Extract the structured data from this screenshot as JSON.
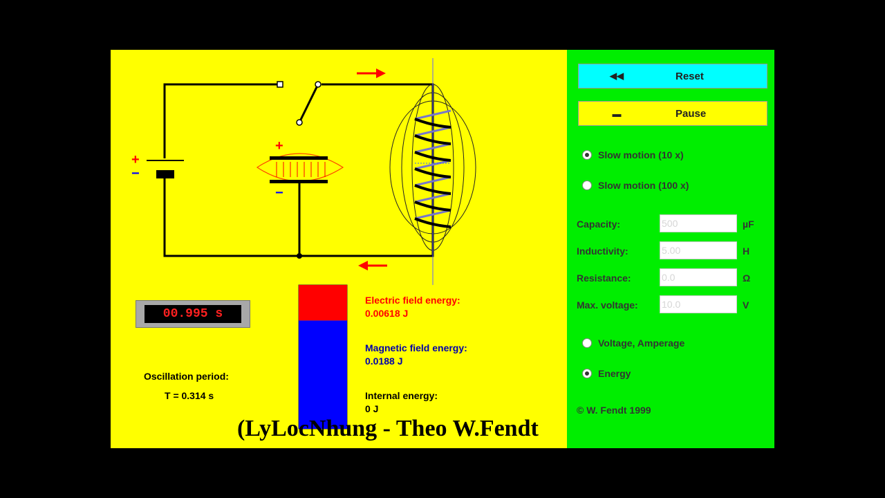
{
  "buttons": {
    "reset_label": "Reset",
    "pause_label": "Pause"
  },
  "speed_options": [
    {
      "label": "Slow motion (10 x)",
      "checked": true
    },
    {
      "label": "Slow motion (100 x)",
      "checked": false
    }
  ],
  "params": [
    {
      "label": "Capacity:",
      "value": "500",
      "unit": "µF"
    },
    {
      "label": "Inductivity:",
      "value": "5.00",
      "unit": "H"
    },
    {
      "label": "Resistance:",
      "value": "0.0",
      "unit": "Ω"
    },
    {
      "label": "Max. voltage:",
      "value": "10.0",
      "unit": "V"
    }
  ],
  "display_options": [
    {
      "label": "Voltage, Amperage",
      "checked": false
    },
    {
      "label": "Energy",
      "checked": true
    }
  ],
  "copyright": "© W. Fendt 1999",
  "timer": "00.995 s",
  "period": {
    "label": "Oscillation period:",
    "value": "T = 0.314 s"
  },
  "energy": {
    "electric_label": "Electric field energy:",
    "electric_value": "0.00618 J",
    "magnetic_label": "Magnetic field energy:",
    "magnetic_value": "0.0188 J",
    "internal_label": "Internal energy:",
    "internal_value": "0 J",
    "electric_fraction": 0.247,
    "magnetic_fraction": 0.753
  },
  "circuit": {
    "battery_plus": "+",
    "battery_minus": "−",
    "cap_plus": "+",
    "cap_minus": "−"
  },
  "colors": {
    "sim_bg": "#ffff00",
    "panel_bg": "#00ee00",
    "reset_bg": "#00ffff",
    "electric": "#ff0000",
    "magnetic": "#0000ff"
  },
  "caption": "(LyLocNhung - Theo W.Fendt"
}
